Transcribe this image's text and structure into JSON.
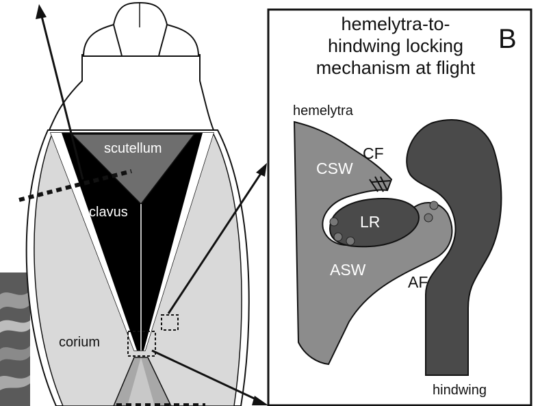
{
  "panel_b": {
    "letter": "B",
    "title_lines": [
      "hemelytra-to-",
      "hindwing locking",
      "mechanism at flight"
    ],
    "labels": {
      "hemelytra": "hemelytra",
      "cf": "CF",
      "csw": "CSW",
      "lr": "LR",
      "asw": "ASW",
      "af": "AF",
      "hindwing": "hindwing"
    }
  },
  "body_diagram": {
    "labels": {
      "scutellum": "scutellum",
      "clavus": "clavus",
      "corium": "corium"
    }
  },
  "colors": {
    "ink": "#111111",
    "dark_gray": "#555555",
    "mid_gray": "#8c8c8c",
    "light_gray": "#d9d9d9",
    "black": "#000000",
    "white": "#ffffff"
  }
}
